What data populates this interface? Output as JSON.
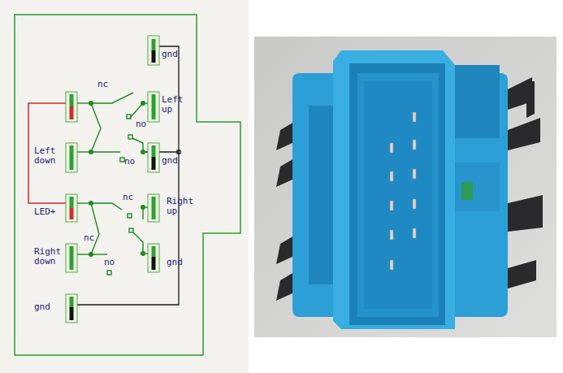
{
  "diagram": {
    "labels": [
      "gnd",
      "nc",
      "Left up",
      "no",
      "Left down",
      "no",
      "gnd",
      "nc",
      "Right up",
      "LED+",
      "nc",
      "no",
      "Right down",
      "gnd",
      "gnd"
    ]
  }
}
